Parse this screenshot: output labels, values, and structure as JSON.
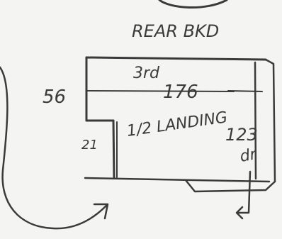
{
  "sketch": {
    "title": "REAR BKD",
    "height_label": "56",
    "top_label": "3rd",
    "width_label": "176",
    "room_label": "1/2 LANDING",
    "step_label": "21",
    "right_label": "123",
    "door_label": "dr",
    "ink_color": "#3a3a3a",
    "paper_color": "#f4f4f2"
  }
}
